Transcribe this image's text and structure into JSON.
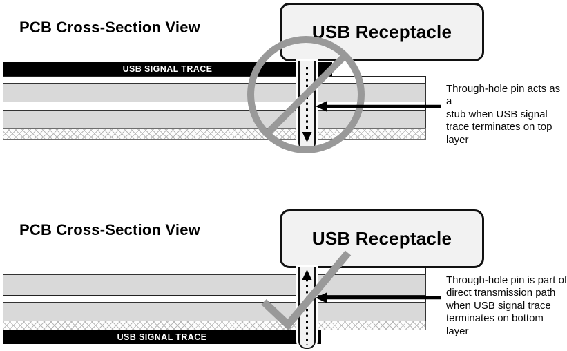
{
  "diagrams": [
    {
      "id": "top-layer-termination",
      "title": "PCB Cross-Section View",
      "receptacle_label": "USB Receptacle",
      "trace_label": "USB SIGNAL TRACE",
      "trace_position": "top layer",
      "verdict_symbol": "prohibition-circle",
      "pin_signal_direction": "down",
      "annotation_lines": [
        "Through-hole pin acts as a",
        "stub when USB signal",
        "trace terminates on top",
        "layer"
      ]
    },
    {
      "id": "bottom-layer-termination",
      "title": "PCB Cross-Section View",
      "receptacle_label": "USB Receptacle",
      "trace_label": "USB SIGNAL TRACE",
      "trace_position": "bottom layer",
      "verdict_symbol": "checkmark",
      "pin_signal_direction": "up",
      "annotation_lines": [
        "Through-hole pin is part of",
        "direct transmission path",
        "when USB signal trace",
        "terminates on bottom",
        "layer"
      ]
    }
  ],
  "colors": {
    "trace_black": "#000000",
    "dielectric_gray": "#d9d9d9",
    "receptacle_fill": "#f2f2f2",
    "symbol_gray": "#999999",
    "hatch_gray": "#b9b9b9"
  },
  "icons": {
    "prohibition": "prohibition-circle-icon",
    "check": "checkmark-icon",
    "dotted_arrow": "signal-path-arrow",
    "callout_arrow": "annotation-pointer-arrow"
  }
}
